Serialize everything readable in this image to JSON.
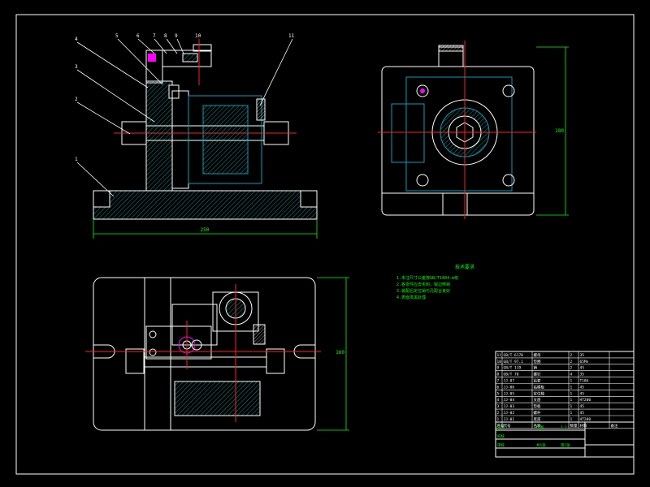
{
  "colors": {
    "background": "#000000",
    "outline": "#ffffff",
    "dimension": "#00ff00",
    "centerline": "#ff2020",
    "hatch": "#00ffff",
    "hidden": "#00a0c0",
    "highlight": "#ff00ff",
    "accent": "#ffff00"
  },
  "notes": {
    "title": "技术要求",
    "lines": [
      "1.未注尺寸公差按GB/T1804-m级",
      "2.各零件应去毛刺，锐边倒钝",
      "3.装配后定位销与孔配合良好",
      "4.表面发黑处理"
    ]
  },
  "balloons": [
    "1",
    "2",
    "3",
    "4",
    "5",
    "6",
    "7",
    "8",
    "9",
    "10",
    "11"
  ],
  "dimensions": {
    "front_width": "250",
    "side_height": "180",
    "top_height": "160"
  },
  "title_block": {
    "col_headers": [
      "序号",
      "代号",
      "名称",
      "数量",
      "材料",
      "备注"
    ],
    "rows": [
      [
        "11",
        "GB/T 6170",
        "螺母",
        "2",
        "35",
        ""
      ],
      [
        "10",
        "GB/T 97.1",
        "垫圈",
        "2",
        "65Mn",
        ""
      ],
      [
        "9",
        "GB/T 119",
        "销",
        "2",
        "45",
        ""
      ],
      [
        "8",
        "GB/T 70",
        "螺钉",
        "4",
        "35",
        ""
      ],
      [
        "7",
        "JJ-07",
        "钻套",
        "1",
        "T10A",
        ""
      ],
      [
        "6",
        "JJ-06",
        "钻模板",
        "1",
        "45",
        ""
      ],
      [
        "5",
        "JJ-05",
        "定位轴",
        "1",
        "45",
        ""
      ],
      [
        "4",
        "JJ-04",
        "支座",
        "1",
        "HT200",
        ""
      ],
      [
        "3",
        "JJ-03",
        "垫板",
        "1",
        "45",
        ""
      ],
      [
        "2",
        "JJ-02",
        "螺杆",
        "1",
        "45",
        ""
      ],
      [
        "1",
        "JJ-01",
        "底座",
        "1",
        "HT200",
        ""
      ]
    ],
    "footer": [
      "设计",
      "校核",
      "审核",
      "比例",
      "1:1",
      "共1张",
      "第1张"
    ]
  }
}
